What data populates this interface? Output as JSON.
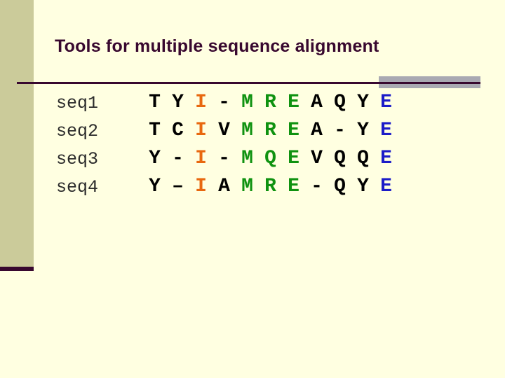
{
  "slide": {
    "title": "Tools for multiple sequence alignment",
    "colors": {
      "background": "#FFFFE1",
      "sidebar": "#CBCB9A",
      "accent_dark": "#38082F",
      "divider_gray": "#A9A9B2",
      "label_text": "#2B2B2B"
    },
    "alignment": {
      "column_count": 11,
      "palette": {
        "black": "#000000",
        "orange": "#E8680F",
        "green": "#0F9210",
        "blue": "#1C1CC8"
      },
      "rows": [
        {
          "label": "seq1",
          "residues": [
            "T",
            "Y",
            "I",
            "-",
            "M",
            "R",
            "E",
            "A",
            "Q",
            "Y",
            "E"
          ],
          "colors": [
            "black",
            "black",
            "orange",
            "black",
            "green",
            "green",
            "green",
            "black",
            "black",
            "black",
            "blue"
          ]
        },
        {
          "label": "seq2",
          "residues": [
            "T",
            "C",
            "I",
            "V",
            "M",
            "R",
            "E",
            "A",
            "-",
            "Y",
            "E"
          ],
          "colors": [
            "black",
            "black",
            "orange",
            "black",
            "green",
            "green",
            "green",
            "black",
            "black",
            "black",
            "blue"
          ]
        },
        {
          "label": "seq3",
          "residues": [
            "Y",
            "-",
            "I",
            "-",
            "M",
            "Q",
            "E",
            "V",
            "Q",
            "Q",
            "E"
          ],
          "colors": [
            "black",
            "black",
            "orange",
            "black",
            "green",
            "green",
            "green",
            "black",
            "black",
            "black",
            "blue"
          ]
        },
        {
          "label": "seq4",
          "residues": [
            "Y",
            "–",
            "I",
            "A",
            "M",
            "R",
            "E",
            "-",
            "Q",
            "Y",
            "E"
          ],
          "colors": [
            "black",
            "black",
            "orange",
            "black",
            "green",
            "green",
            "green",
            "black",
            "black",
            "black",
            "blue"
          ]
        }
      ]
    }
  }
}
